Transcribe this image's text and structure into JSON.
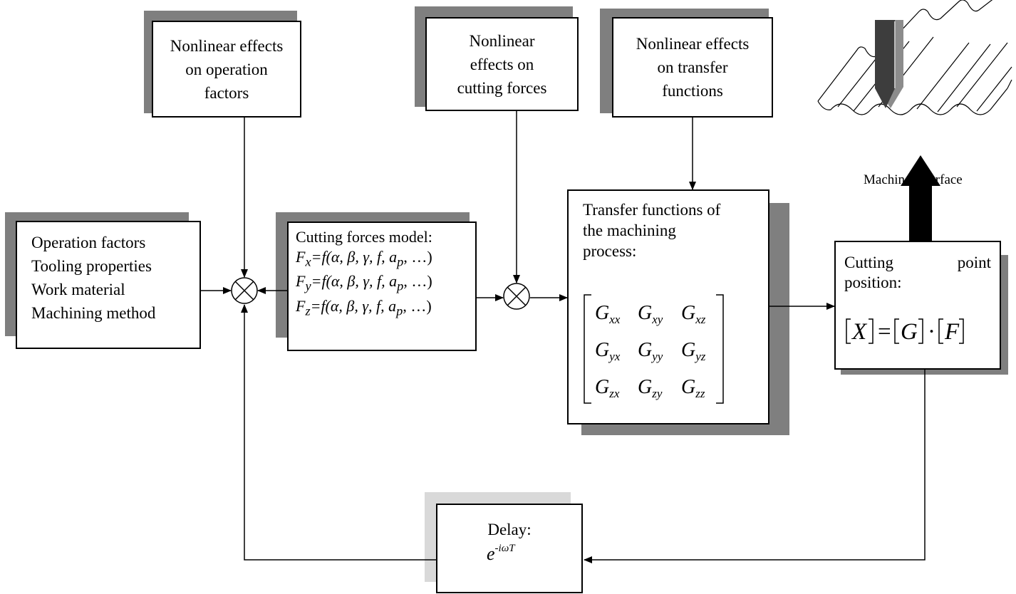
{
  "nonlinear_operation": {
    "lines": [
      "Nonlinear effects",
      "on operation",
      "factors"
    ]
  },
  "nonlinear_cutting": {
    "lines": [
      "Nonlinear",
      "effects on",
      "cutting forces"
    ]
  },
  "nonlinear_transfer": {
    "lines": [
      "Nonlinear effects",
      "on transfer",
      "functions"
    ]
  },
  "inputs": {
    "lines": [
      "Operation factors",
      "Tooling properties",
      "Work material",
      "Machining method"
    ]
  },
  "cutting_model": {
    "title": "Cutting forces model:",
    "equations": [
      {
        "var": "F",
        "sub": "x",
        "rhs": "=f(α, β, γ, f, a",
        "rhs_sub": "p",
        "tail": ", …)"
      },
      {
        "var": "F",
        "sub": "y",
        "rhs": "=f(α, β, γ, f, a",
        "rhs_sub": "p",
        "tail": ", …)"
      },
      {
        "var": "F",
        "sub": "z",
        "rhs": "=f(α, β, γ, f, a",
        "rhs_sub": "p",
        "tail": ", …)"
      }
    ]
  },
  "transfer": {
    "lines": [
      "Transfer functions of",
      "the machining",
      "process:"
    ],
    "matrix": [
      [
        "xx",
        "xy",
        "xz"
      ],
      [
        "yx",
        "yy",
        "yz"
      ],
      [
        "zx",
        "zy",
        "zz"
      ]
    ],
    "symbol": "G"
  },
  "position": {
    "line1_a": "Cutting",
    "line1_b": "point",
    "line2": "position:",
    "formula": {
      "X": "X",
      "eq": "=",
      "G": "G",
      "dot": "·",
      "F": "F"
    }
  },
  "surface": {
    "label": "Machined Surface"
  },
  "delay": {
    "title": "Delay:",
    "base": "e",
    "exponent": "-iωT"
  },
  "colors": {
    "shadow": "#7f7f7f",
    "delay_shadow": "#d9d9d9",
    "line": "#000000"
  }
}
